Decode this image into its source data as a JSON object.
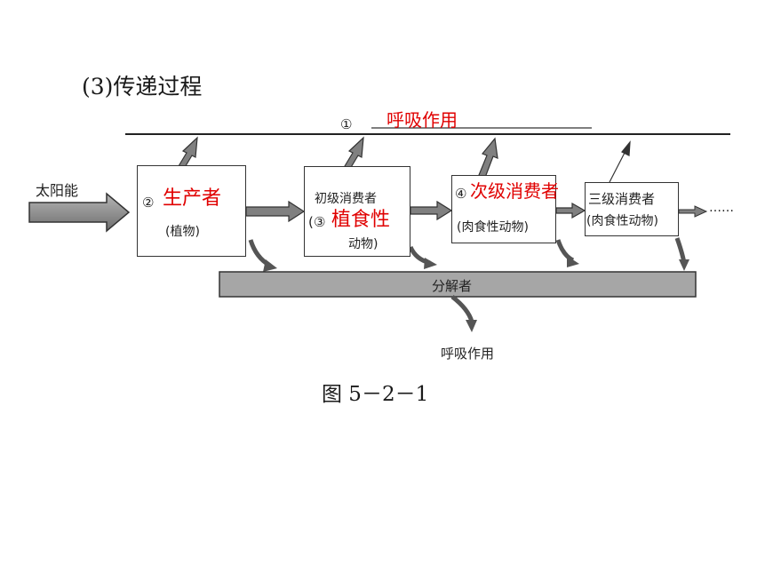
{
  "heading": "(3)传递过程",
  "caption": "图 5－2－1",
  "top_marker": "①",
  "top_label": "呼吸作用",
  "sun": "太阳能",
  "producer": {
    "marker": "②",
    "answer": "生产者",
    "sub": "(植物)"
  },
  "primary": {
    "title": "初级消费者",
    "open": "(",
    "marker": "③",
    "answer": "植食性",
    "sub": "动物)"
  },
  "secondary": {
    "marker": "④",
    "answer": "次级消费者",
    "sub": "(肉食性动物)"
  },
  "tertiary": {
    "title": "三级消费者",
    "sub": "(肉食性动物)"
  },
  "ellipsis": "……",
  "decomposer": "分解者",
  "bottom_label": "呼吸作用",
  "colors": {
    "answer": "#e00000",
    "arrow": "#808080",
    "bar": "#a6a6a6"
  }
}
